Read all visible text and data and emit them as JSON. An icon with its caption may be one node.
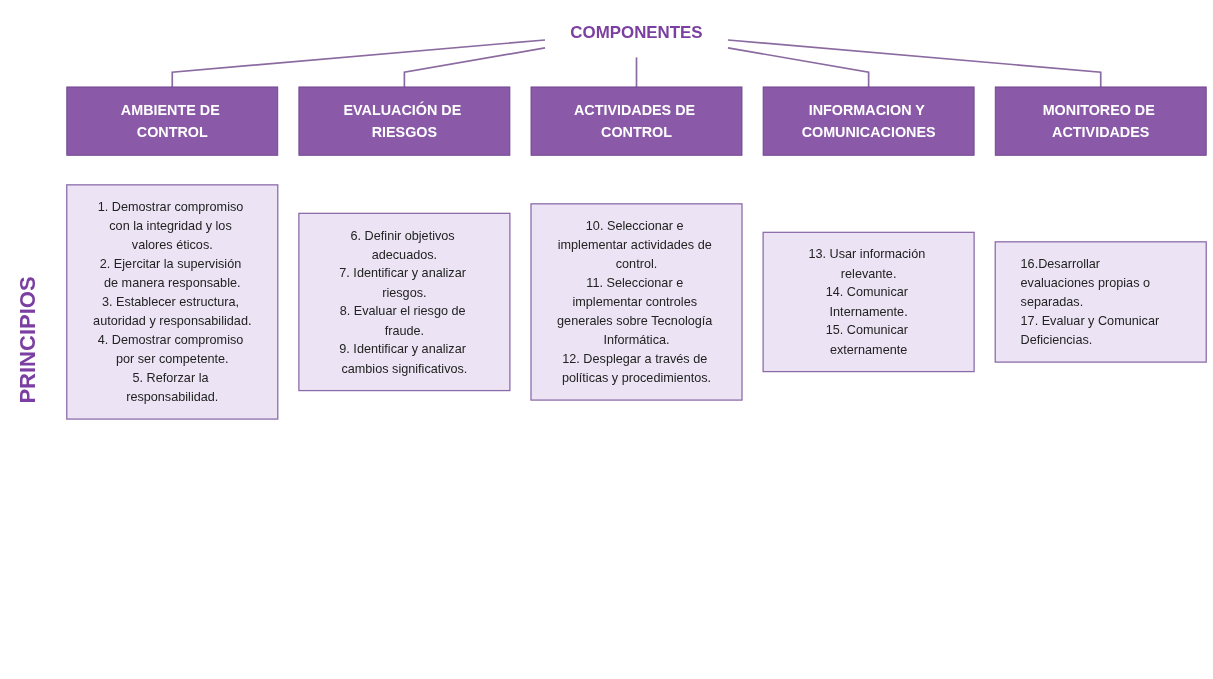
{
  "diagram": {
    "nodes": [
      {
        "text": [
          "COMPONENTES"
        ]
      },
      {
        "text": [
          "AMBIENTE DE CONTROL"
        ]
      },
      {
        "text": [
          "EVALUACIÓN DE RIESGOS"
        ]
      },
      {
        "text": [
          "ACTIVIDADES DE CONTROL"
        ]
      },
      {
        "text": [
          "INFORMACION Y COMUNICACIONES"
        ]
      },
      {
        "text": [
          "MONITOREO DE ACTIVIDADES"
        ]
      },
      {
        "text": [
          "1. Demostrar compromiso con la integridad y los valores éticos.",
          "2. Ejercitar la supervisión de manera responsable.",
          "3. Establecer estructura, autoridad y responsabilidad.",
          "4. Demostrar compromiso por ser competente.",
          "5. Reforzar la responsabilidad."
        ]
      },
      {
        "text": [
          "6. Definir objetivos adecuados.",
          "7. Identificar y analizar riesgos.",
          "8. Evaluar el riesgo de fraude.",
          "9. Identificar y analizar cambios significativos."
        ]
      },
      {
        "text": [
          "10. Seleccionar e implementar actividades de control.",
          "11. Seleccionar e implementar controles generales sobre Tecnología Informática.",
          "12. Desplegar a través de políticas y procedimientos."
        ]
      },
      {
        "text": [
          "13. Usar información relevante.",
          "14. Comunicar Internamente.",
          "15. Comunicar externamente"
        ]
      },
      {
        "text": [
          "16.Desarrollar evaluaciones propias o separadas.",
          "17. Evaluar y Comunicar Deficiencias."
        ]
      }
    ],
    "edges": [
      {
        "from": 0,
        "to": 1,
        "arrow": "none"
      },
      {
        "from": 0,
        "to": 2,
        "arrow": "none"
      },
      {
        "from": 0,
        "to": 3,
        "arrow": "none"
      },
      {
        "from": 0,
        "to": 4,
        "arrow": "none"
      },
      {
        "from": 0,
        "to": 5,
        "arrow": "none"
      }
    ],
    "labels": [
      "PRINCIPIOS"
    ]
  }
}
